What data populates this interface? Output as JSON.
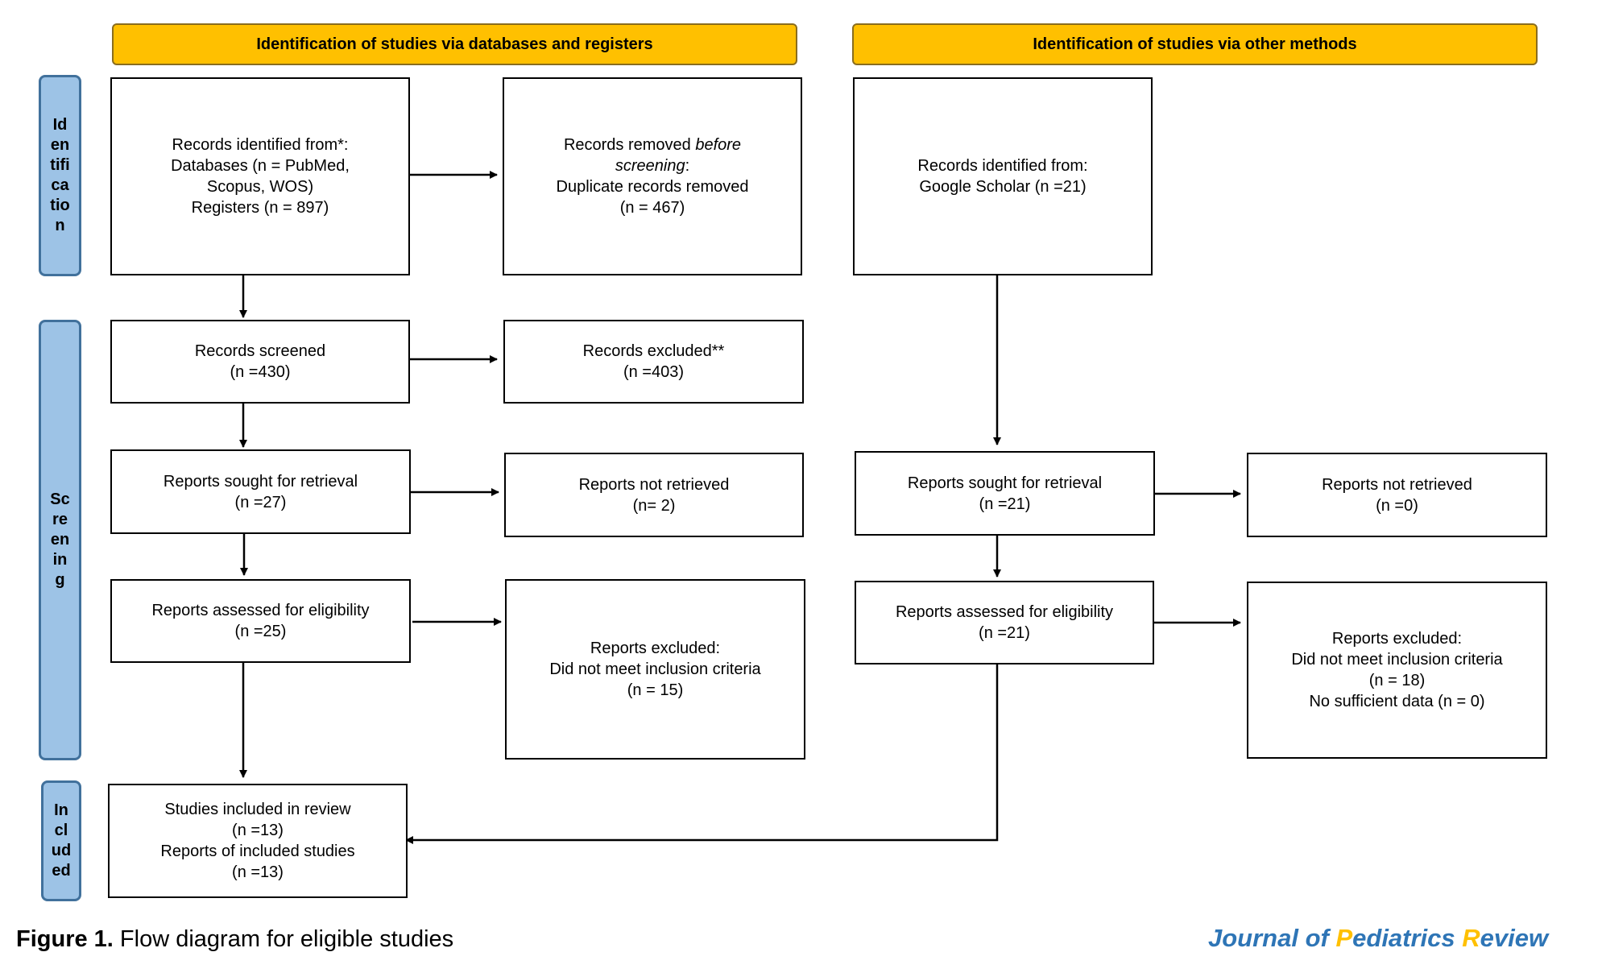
{
  "headers": {
    "left": "Identification of studies via databases and registers",
    "right": "Identification of studies via other methods"
  },
  "phases": {
    "identification": "Id\nen\ntifi\nca\ntio\nn",
    "screening": "Sc\nre\nen\nin\ng",
    "included": "In\ncl\nud\ned"
  },
  "boxes": {
    "records_identified": {
      "l1": "Records identified from*:",
      "l2": "Databases (n = PubMed,",
      "l3": "Scopus, WOS)",
      "l4": "Registers (n = 897)"
    },
    "records_removed": {
      "l1_pre": "Records removed ",
      "l1_em": "before",
      "l2_em": "screening",
      "l2_post": ":",
      "l3": "Duplicate records removed",
      "l4": "(n = 467)"
    },
    "other_identified": {
      "l1": "Records identified from:",
      "l2": "Google Scholar (n =21)"
    },
    "records_screened": {
      "l1": "Records screened",
      "l2": "(n =430)"
    },
    "records_excluded": {
      "l1": "Records excluded**",
      "l2": "(n =403)"
    },
    "reports_sought_left": {
      "l1": "Reports sought for retrieval",
      "l2": "(n =27)"
    },
    "reports_not_retrieved_left": {
      "l1": "Reports not retrieved",
      "l2": "(n= 2)"
    },
    "reports_sought_right": {
      "l1": "Reports sought for retrieval",
      "l2": "(n =21)"
    },
    "reports_not_retrieved_right": {
      "l1": "Reports not retrieved",
      "l2": "(n =0)"
    },
    "assessed_left": {
      "l1": "Reports assessed for eligibility",
      "l2": "(n =25)"
    },
    "excluded_left": {
      "l1": "Reports excluded:",
      "l2": "Did not meet inclusion criteria",
      "l3": "(n = 15)"
    },
    "assessed_right": {
      "l1": "Reports assessed for eligibility",
      "l2": "(n =21)"
    },
    "excluded_right": {
      "l1": "Reports excluded:",
      "l2": "Did not meet inclusion criteria",
      "l3": "(n = 18)",
      "l4": "No sufficient data (n = 0)"
    },
    "included": {
      "l1": "Studies included in review",
      "l2": "(n =13)",
      "l3": "Reports of included studies",
      "l4": "(n =13)"
    }
  },
  "caption": {
    "label": "Figure 1.",
    "text": " Flow diagram for eligible studies"
  },
  "journal": {
    "part1": "Journal of ",
    "p": "P",
    "part2": "ediatrics ",
    "r": "R",
    "part3": "eview"
  },
  "colors": {
    "header_fill": "#ffc000",
    "phase_fill": "#9dc3e6",
    "journal_blue": "#2e75b6",
    "journal_accent": "#ffc000"
  }
}
